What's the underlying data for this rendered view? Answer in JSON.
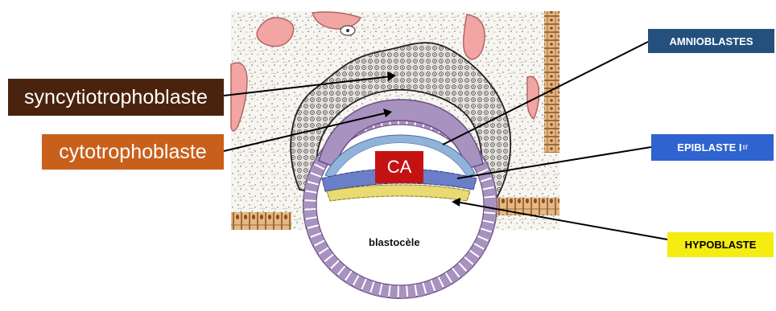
{
  "labels": {
    "syncytiotrophoblaste": "syncytiotrophoblaste",
    "cytotrophoblaste": "cytotrophoblaste",
    "amnioblastes": "AMNIOBLASTES",
    "epiblaste": "EPIBLASTE I",
    "epiblaste_sup": "tif",
    "hypoblaste": "HYPOBLASTE",
    "cavite_amniotique": "CA",
    "blastocele": "blastocèle"
  },
  "colors": {
    "syncytiotrophoblaste": "#4a230e",
    "cytotrophoblaste": "#c8601c",
    "amnioblastes": "#24507d",
    "epiblaste": "#2e63d0",
    "hypoblaste": "#f5ec12",
    "cavite_amniotique": "#c41212",
    "trophoblast_ring": "#a892bf",
    "epiblast_layer": "#6b7fc8",
    "hypoblast_layer": "#e9da73"
  }
}
